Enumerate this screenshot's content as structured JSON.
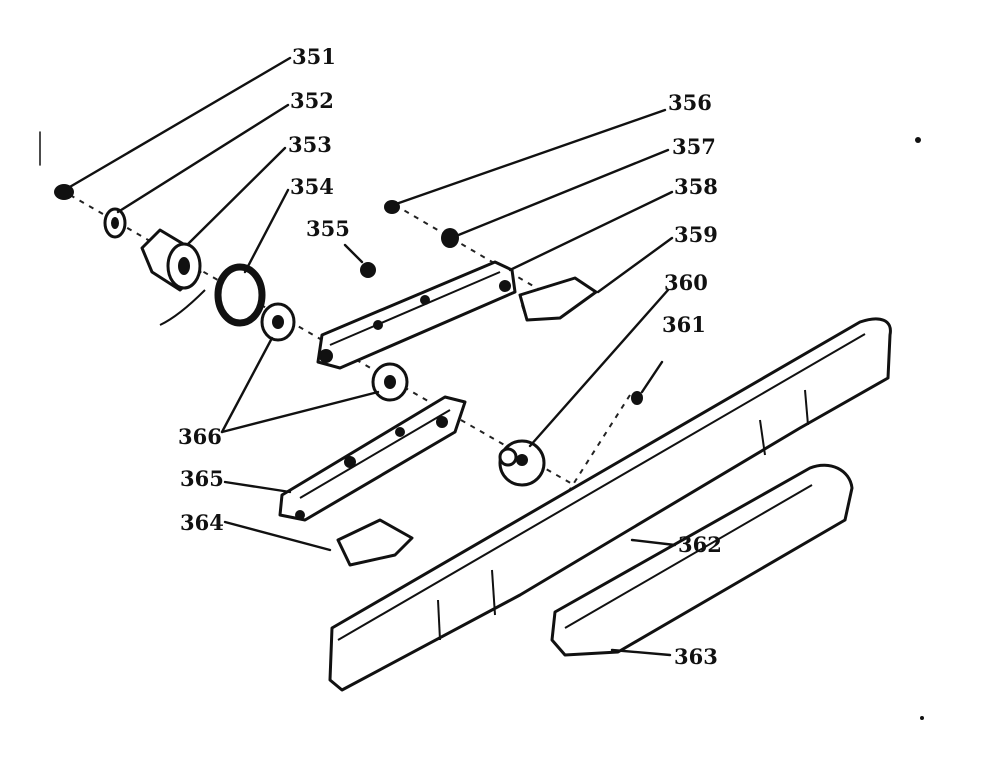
{
  "diagram": {
    "callouts": [
      {
        "id": "351",
        "text": "351"
      },
      {
        "id": "352",
        "text": "352"
      },
      {
        "id": "353",
        "text": "353"
      },
      {
        "id": "354",
        "text": "354"
      },
      {
        "id": "355",
        "text": "355"
      },
      {
        "id": "356",
        "text": "356"
      },
      {
        "id": "357",
        "text": "357"
      },
      {
        "id": "358",
        "text": "358"
      },
      {
        "id": "359",
        "text": "359"
      },
      {
        "id": "360",
        "text": "360"
      },
      {
        "id": "361",
        "text": "361"
      },
      {
        "id": "362",
        "text": "362"
      },
      {
        "id": "363",
        "text": "363"
      },
      {
        "id": "364",
        "text": "364"
      },
      {
        "id": "365",
        "text": "365"
      },
      {
        "id": "366",
        "text": "366"
      }
    ]
  }
}
